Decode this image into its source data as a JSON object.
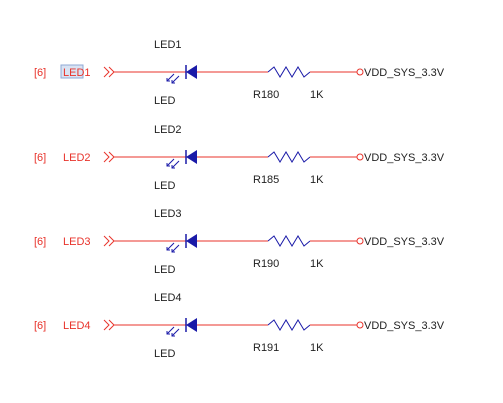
{
  "rows": [
    {
      "sheet_ref": "[6]",
      "net_label": "LED1",
      "led_designator": "LED1",
      "led_value": "LED",
      "resistor_designator": "R180",
      "resistor_value": "1K",
      "power_port": "VDD_SYS_3.3V",
      "highlighted": true
    },
    {
      "sheet_ref": "[6]",
      "net_label": "LED2",
      "led_designator": "LED2",
      "led_value": "LED",
      "resistor_designator": "R185",
      "resistor_value": "1K",
      "power_port": "VDD_SYS_3.3V",
      "highlighted": false
    },
    {
      "sheet_ref": "[6]",
      "net_label": "LED3",
      "led_designator": "LED3",
      "led_value": "LED",
      "resistor_designator": "R190",
      "resistor_value": "1K",
      "power_port": "VDD_SYS_3.3V",
      "highlighted": false
    },
    {
      "sheet_ref": "[6]",
      "net_label": "LED4",
      "led_designator": "LED4",
      "led_value": "LED",
      "resistor_designator": "R191",
      "resistor_value": "1K",
      "power_port": "VDD_SYS_3.3V",
      "highlighted": false
    }
  ],
  "colors": {
    "net_red": "#e8332b",
    "component_blue": "#1a1aa8",
    "highlight_fill": "#d9e3f3",
    "highlight_border": "#8fa8d6"
  }
}
